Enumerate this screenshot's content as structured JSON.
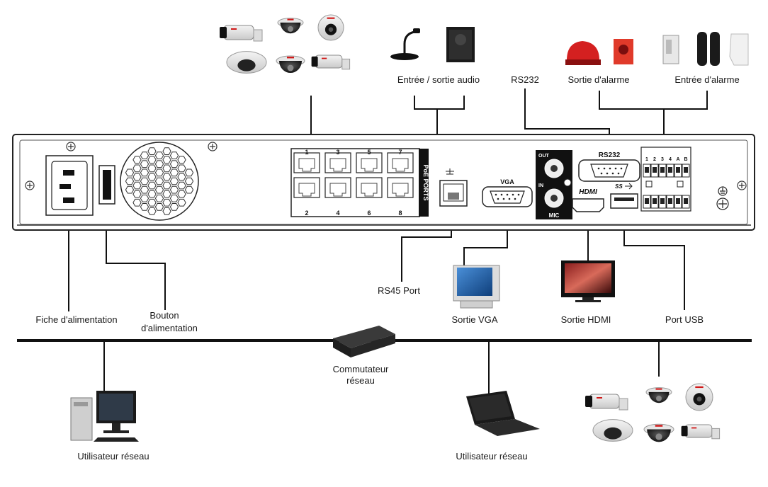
{
  "labels": {
    "audio": "Entrée / sortie audio",
    "rs232": "RS232",
    "alarm_out": "Sortie d'alarme",
    "alarm_in": "Entrée d'alarme",
    "power_plug": "Fiche d'alimentation",
    "power_button_line1": "Bouton",
    "power_button_line2": "d'alimentation",
    "rs45": "RS45 Port",
    "vga_out": "Sortie VGA",
    "hdmi_out": "Sortie HDMI",
    "usb": "Port USB",
    "switch_line1": "Commutateur",
    "switch_line2": "réseau",
    "user_left": "Utilisateur réseau",
    "user_mid": "Utilisateur réseau"
  },
  "panel": {
    "poe_label": "PoE PORTS",
    "poe_top_numbers": [
      "1",
      "3",
      "5",
      "7"
    ],
    "poe_bottom_numbers": [
      "2",
      "4",
      "6",
      "8"
    ],
    "vga": "VGA",
    "rs232": "RS232",
    "out": "OUT",
    "in": "IN",
    "mic": "MIC",
    "hdmi": "HDMI",
    "usb": "SS",
    "terminal_top": [
      "1",
      "2",
      "3",
      "4",
      "A",
      "B"
    ]
  },
  "colors": {
    "cable": "#111111",
    "panel_edge": "#222222",
    "camera_brand": "#d01818",
    "alarm_red": "#d42020"
  },
  "icons": [
    "camera-icon",
    "microphone-icon",
    "speaker-icon",
    "siren-icon",
    "sensor-icon",
    "monitor-icon",
    "tv-icon",
    "switch-icon",
    "desktop-icon",
    "laptop-icon"
  ]
}
